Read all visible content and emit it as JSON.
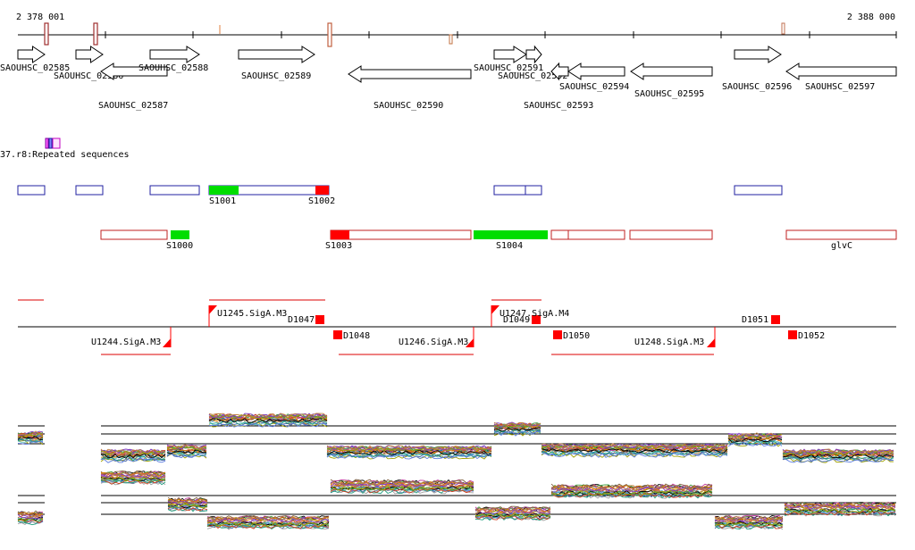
{
  "ruler": {
    "start_label": "2 378 001",
    "end_label": "2 388 000"
  },
  "genes": [
    {
      "label": "SAOUHSC_02585"
    },
    {
      "label": "SAOUHSC_02586"
    },
    {
      "label": "SAOUHSC_02587"
    },
    {
      "label": "SAOUHSC_02588"
    },
    {
      "label": "SAOUHSC_02589"
    },
    {
      "label": "SAOUHSC_02590"
    },
    {
      "label": "SAOUHSC_02591"
    },
    {
      "label": "SAOUHSC_02592"
    },
    {
      "label": "SAOUHSC_02593"
    },
    {
      "label": "SAOUHSC_02594"
    },
    {
      "label": "SAOUHSC_02595"
    },
    {
      "label": "SAOUHSC_02596"
    },
    {
      "label": "SAOUHSC_02597"
    }
  ],
  "repeat_track": {
    "label": "37.r8:Repeated sequences"
  },
  "segments_plus": [
    {
      "label": "S1001"
    },
    {
      "label": "S1002"
    }
  ],
  "segments_minus": [
    {
      "label": "S1000"
    },
    {
      "label": "S1003"
    },
    {
      "label": "S1004"
    },
    {
      "label": "glvC"
    }
  ],
  "promoters": [
    {
      "label": "U1244.SigA.M3"
    },
    {
      "label": "U1245.SigA.M3"
    },
    {
      "label": "U1246.SigA.M3"
    },
    {
      "label": "U1247.SigA.M4"
    },
    {
      "label": "U1248.SigA.M3"
    }
  ],
  "terminators": [
    {
      "label": "D1047"
    },
    {
      "label": "D1048"
    },
    {
      "label": "D1049"
    },
    {
      "label": "D1050"
    },
    {
      "label": "D1051"
    },
    {
      "label": "D1052"
    }
  ],
  "colors": {
    "gene_outline": "#000000",
    "plus_box": "#2020a0",
    "minus_box": "#c02020",
    "highlight_green": "#00dd00",
    "highlight_red": "#ff0000",
    "repeat_magenta": "#e000e0",
    "line_red": "#dd0000"
  }
}
